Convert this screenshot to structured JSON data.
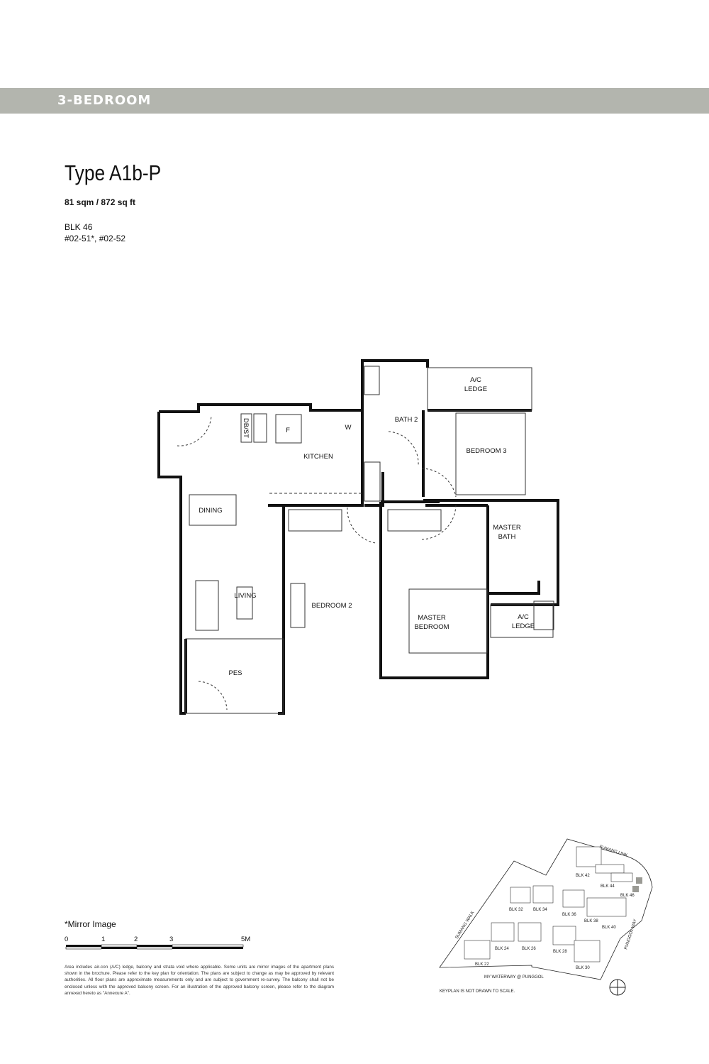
{
  "header": {
    "section": "3-BEDROOM",
    "band_color": "#b3b5ae"
  },
  "unit": {
    "type": "Type A1b-P",
    "area": "81 sqm / 872 sq ft",
    "block": "BLK 46",
    "units": "#02-51*, #02-52"
  },
  "floor_plan": {
    "rooms": {
      "ac_ledge_top": [
        "A/C",
        "LEDGE"
      ],
      "bath2": "BATH 2",
      "dbst": "DB/ST",
      "fridge": "F",
      "washer": "W",
      "kitchen": "KITCHEN",
      "bedroom3": "BEDROOM 3",
      "dining": "DINING",
      "master_bath": [
        "MASTER",
        "BATH"
      ],
      "living": "LIVING",
      "bedroom2": "BEDROOM 2",
      "master_bedroom": [
        "MASTER",
        "BEDROOM"
      ],
      "ac_ledge_bottom": [
        "A/C",
        "LEDGE"
      ],
      "pes": "PES"
    }
  },
  "legend": {
    "mirror_note": "*Mirror Image",
    "scale_ticks": [
      "0",
      "1",
      "2",
      "3",
      "5M"
    ]
  },
  "disclaimer": "Area includes air-con (A/C) ledge, balcony and strata void where applicable. Some units are mirror images of the apartment plans shown in the brochure. Please refer to the key plan for orientation. The plans are subject to change as may be approved by relevant authorities. All floor plans are approximate measurements only and are subject to government re-survey. The balcony shall not be enclosed unless with the approved balcony screen. For an illustration of the approved balcony screen, please refer to the diagram annexed hereto as \"Annexure A\".",
  "keyplan": {
    "roads": {
      "north": "SUMANG LINK",
      "west": "SUMANG WALK",
      "east": "PUNGGOL WAY",
      "south": "MY WATERWAY @ PUNGGOL"
    },
    "blocks": [
      "BLK 22",
      "BLK 24",
      "BLK 26",
      "BLK 28",
      "BLK 30",
      "BLK 32",
      "BLK 34",
      "BLK 36",
      "BLK 38",
      "BLK 40",
      "BLK 42",
      "BLK 44",
      "BLK 46"
    ],
    "highlighted_block": "BLK 46",
    "highlight_color": "#9a9a94",
    "note": "KEYPLAN IS NOT DRAWN TO SCALE.",
    "compass_icon": "north-compass"
  }
}
